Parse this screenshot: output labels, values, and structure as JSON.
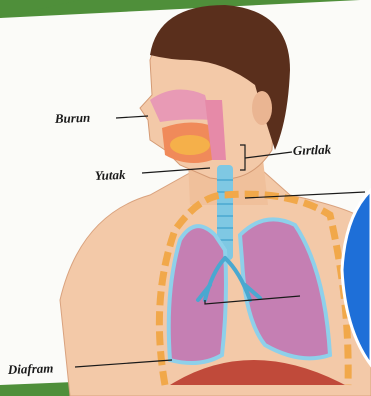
{
  "labels": {
    "nose": "Burun",
    "pharynx": "Yutak",
    "larynx": "Gırtlak",
    "diaphragm": "Diafram"
  },
  "colors": {
    "frame_green": "#4f8f3a",
    "paper": "#fbfbf8",
    "skin": "#f3c9a8",
    "hair": "#5a2f1c",
    "lung": "#c57fb3",
    "airway": "#7fc8e3",
    "bronchi": "#4aa8d0",
    "rib": "#f1a84a",
    "diaphragm": "#c04a3a",
    "blue_panel": "#1e6fd8"
  }
}
